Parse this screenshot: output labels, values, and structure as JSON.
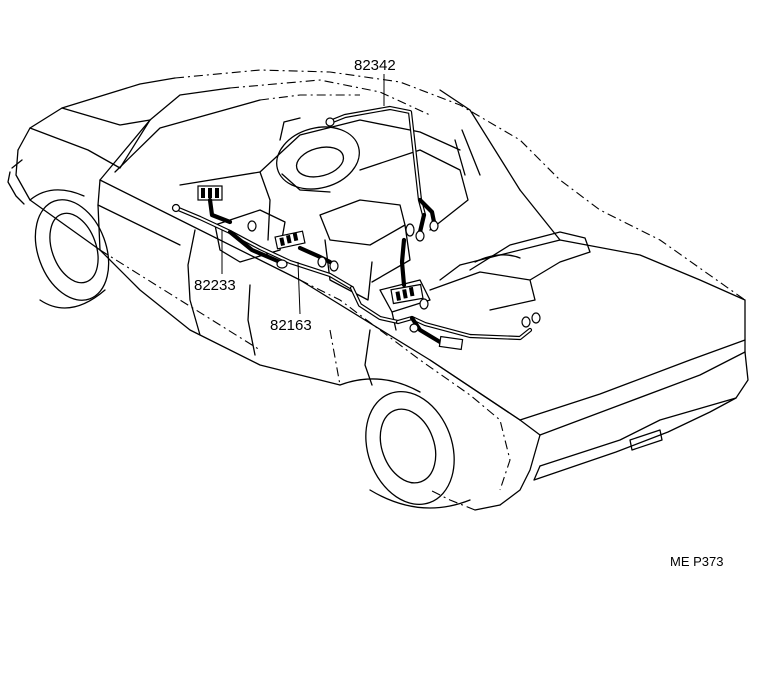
{
  "diagram": {
    "part_labels": [
      {
        "id": "82342",
        "text": "82342"
      },
      {
        "id": "82233",
        "text": "82233"
      },
      {
        "id": "82163",
        "text": "82163"
      }
    ],
    "catalog_code": "ME P373",
    "colors": {
      "line": "#000000",
      "background": "#ffffff"
    }
  }
}
